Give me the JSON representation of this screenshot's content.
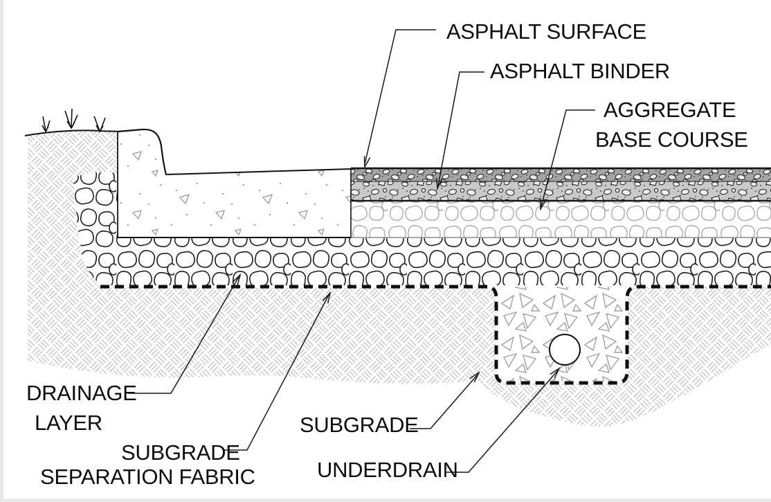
{
  "diagram": {
    "type": "pavement-cross-section-detail",
    "labels": {
      "asphalt_surface": "ASPHALT SURFACE",
      "asphalt_binder": "ASPHALT BINDER",
      "aggregate_base_course_line1": "AGGREGATE",
      "aggregate_base_course_line2": "BASE COURSE",
      "drainage_layer_line1": "DRAINAGE",
      "drainage_layer_line2": "LAYER",
      "subgrade_separation_fabric_line1": "SUBGRADE",
      "subgrade_separation_fabric_line2": "SEPARATION FABRIC",
      "subgrade": "SUBGRADE",
      "underdrain": "UNDERDRAIN"
    },
    "colors": {
      "line": "#161616",
      "asphalt_surface_bg": "#a4a4a4",
      "asphalt_binder_bg": "#c9c9c9",
      "subgrade_hatch": "#bcbcbc",
      "base_stone_outline": "#a8a8a8",
      "drainage_stone_outline": "#1b1b1b",
      "trench_triangle_outline": "#9e9e9e",
      "paper": "#ffffff"
    }
  }
}
